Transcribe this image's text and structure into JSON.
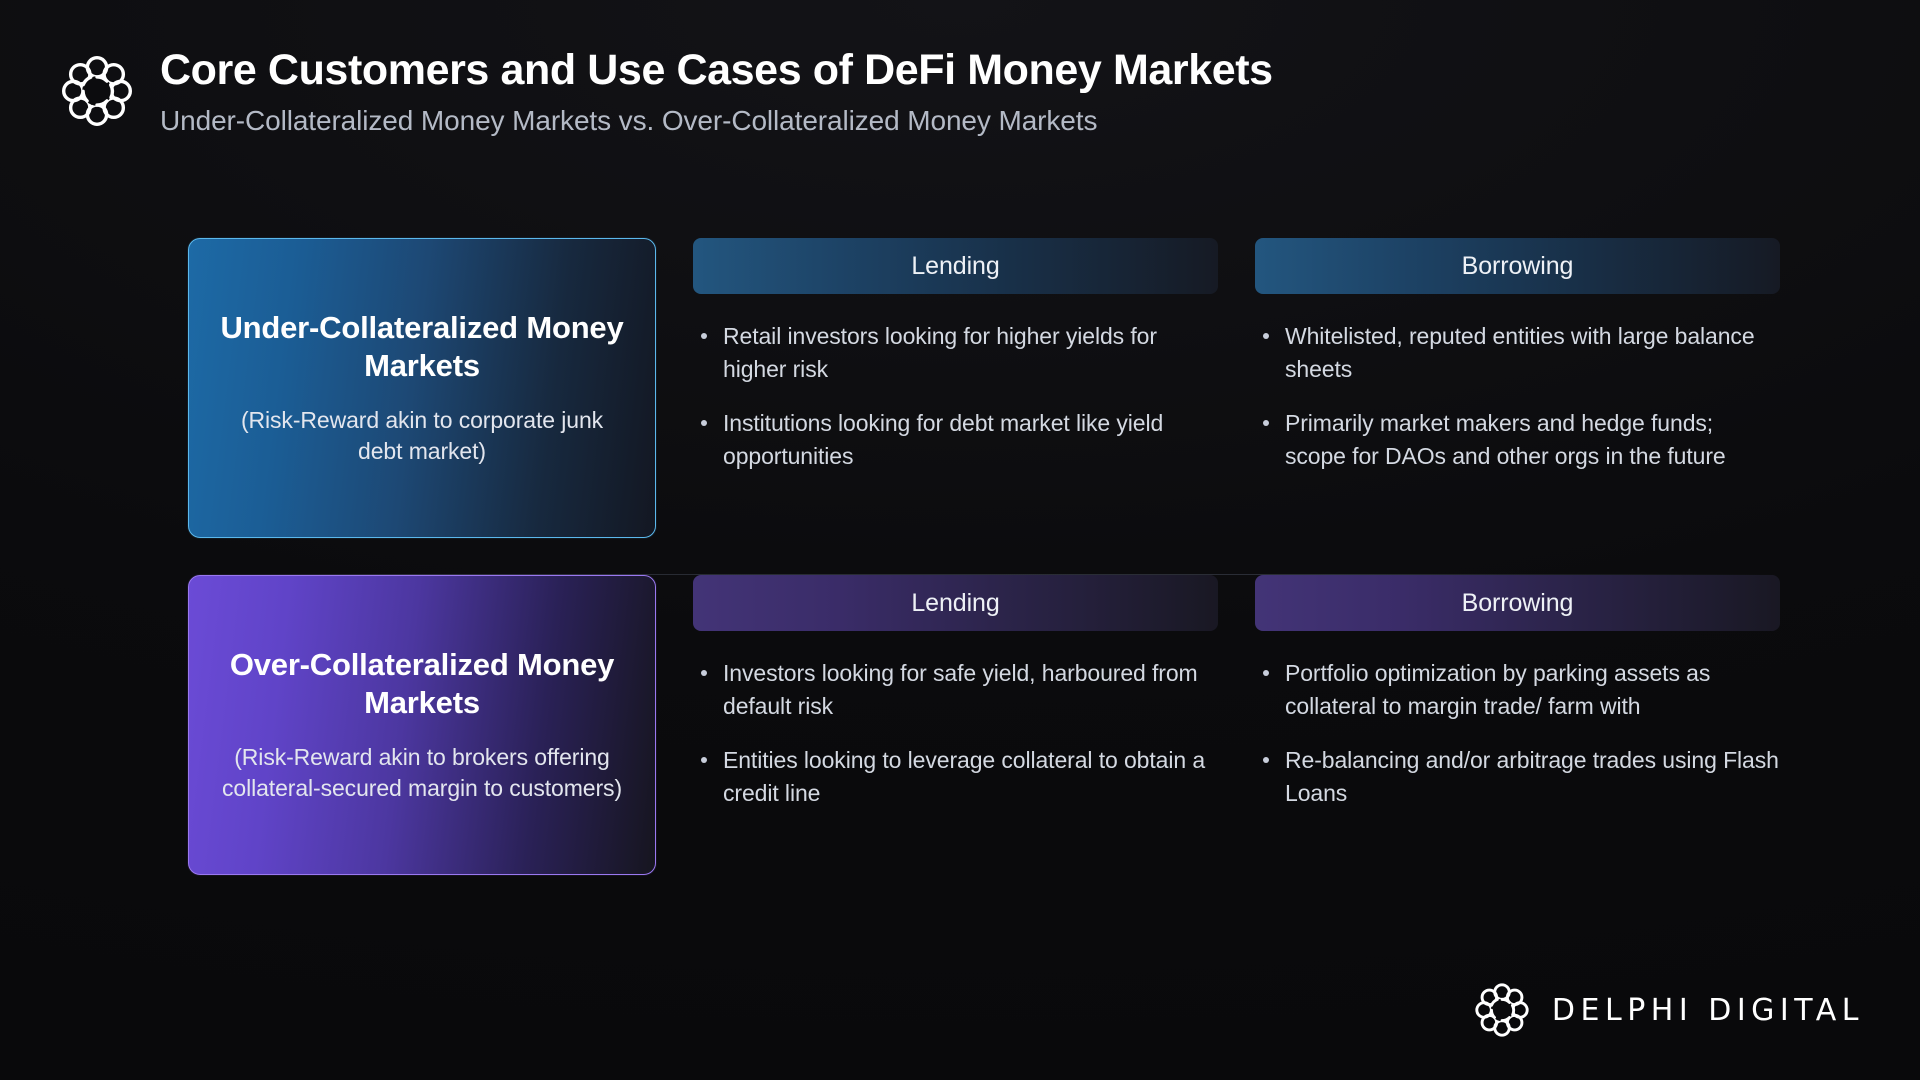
{
  "header": {
    "logo_icon": "delphi-knot-logo",
    "title": "Core Customers and Use Cases of DeFi Money Markets",
    "subtitle": "Under-Collateralized Money Markets vs. Over-Collateralized Money Markets"
  },
  "colors": {
    "page_background": "#0c0c0e",
    "blue_accent": "#5bb8ec",
    "blue_card_start": "#1d6aa6",
    "purple_accent": "#9a78f0",
    "purple_card_start": "#6b4bd6",
    "title_text": "#ffffff",
    "subtitle_text": "#b4bac6",
    "body_text": "#d4d9e2"
  },
  "rows": [
    {
      "theme": "blue",
      "card": {
        "title": "Under-Collateralized Money Markets",
        "note": "(Risk-Reward akin to corporate junk debt market)"
      },
      "columns": [
        {
          "header": "Lending",
          "bullets": [
            "Retail investors looking for higher yields for higher risk",
            "Institutions looking for debt market like yield opportunities"
          ]
        },
        {
          "header": "Borrowing",
          "bullets": [
            "Whitelisted, reputed entities with large balance sheets",
            "Primarily market makers and hedge funds; scope for DAOs and other orgs in the future"
          ]
        }
      ]
    },
    {
      "theme": "purple",
      "card": {
        "title": "Over-Collateralized Money Markets",
        "note": "(Risk-Reward akin to brokers offering collateral-secured margin to customers)"
      },
      "columns": [
        {
          "header": "Lending",
          "bullets": [
            "Investors looking for safe yield, harboured from default risk",
            "Entities looking to leverage collateral to obtain a credit line"
          ]
        },
        {
          "header": "Borrowing",
          "bullets": [
            "Portfolio optimization by parking assets as collateral to margin trade/ farm with",
            "Re-balancing and/or arbitrage trades using Flash Loans"
          ]
        }
      ]
    }
  ],
  "footer": {
    "logo_icon": "delphi-knot-logo",
    "wordmark": "DELPHI DIGITAL"
  }
}
